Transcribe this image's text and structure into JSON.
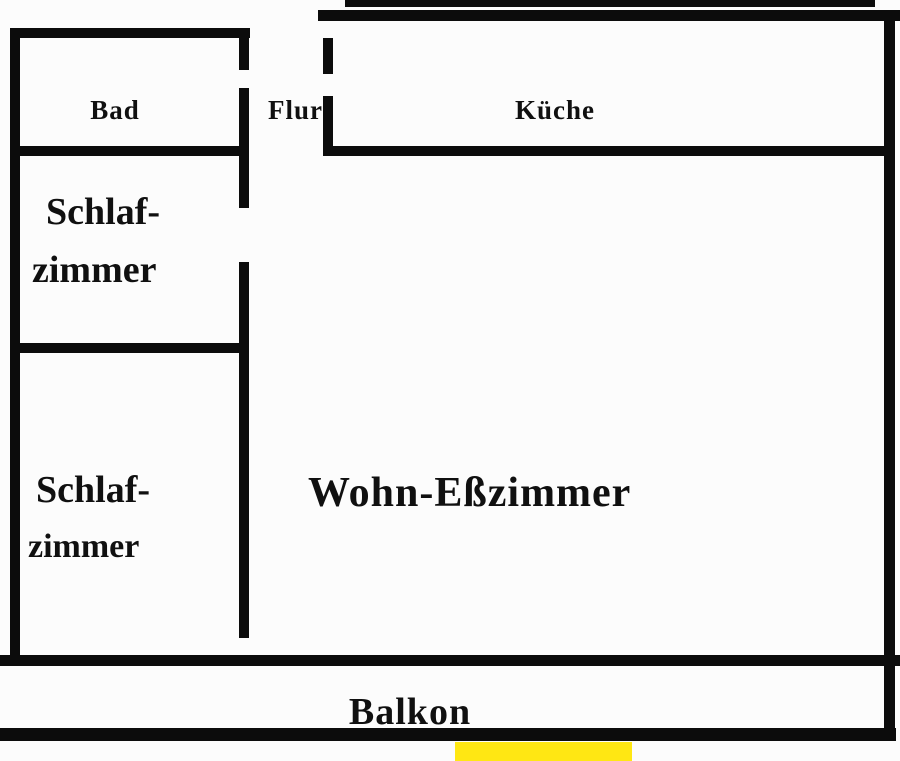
{
  "colors": {
    "wall": "#0c0c0c",
    "background": "#fcfcfc",
    "highlight": "#ffe713",
    "text": "#101010"
  },
  "rooms": {
    "bad": {
      "label": "Bad"
    },
    "flur": {
      "label": "Flur"
    },
    "kueche": {
      "label": "Küche"
    },
    "schlafzimmer1": {
      "line1": "Schlaf-",
      "line2": "zimmer"
    },
    "schlafzimmer2": {
      "line1": "Schlaf-",
      "line2": "zimmer"
    },
    "wohn_esszimmer": {
      "label": "Wohn-Eßzimmer"
    },
    "balkon": {
      "label": "Balkon"
    }
  }
}
